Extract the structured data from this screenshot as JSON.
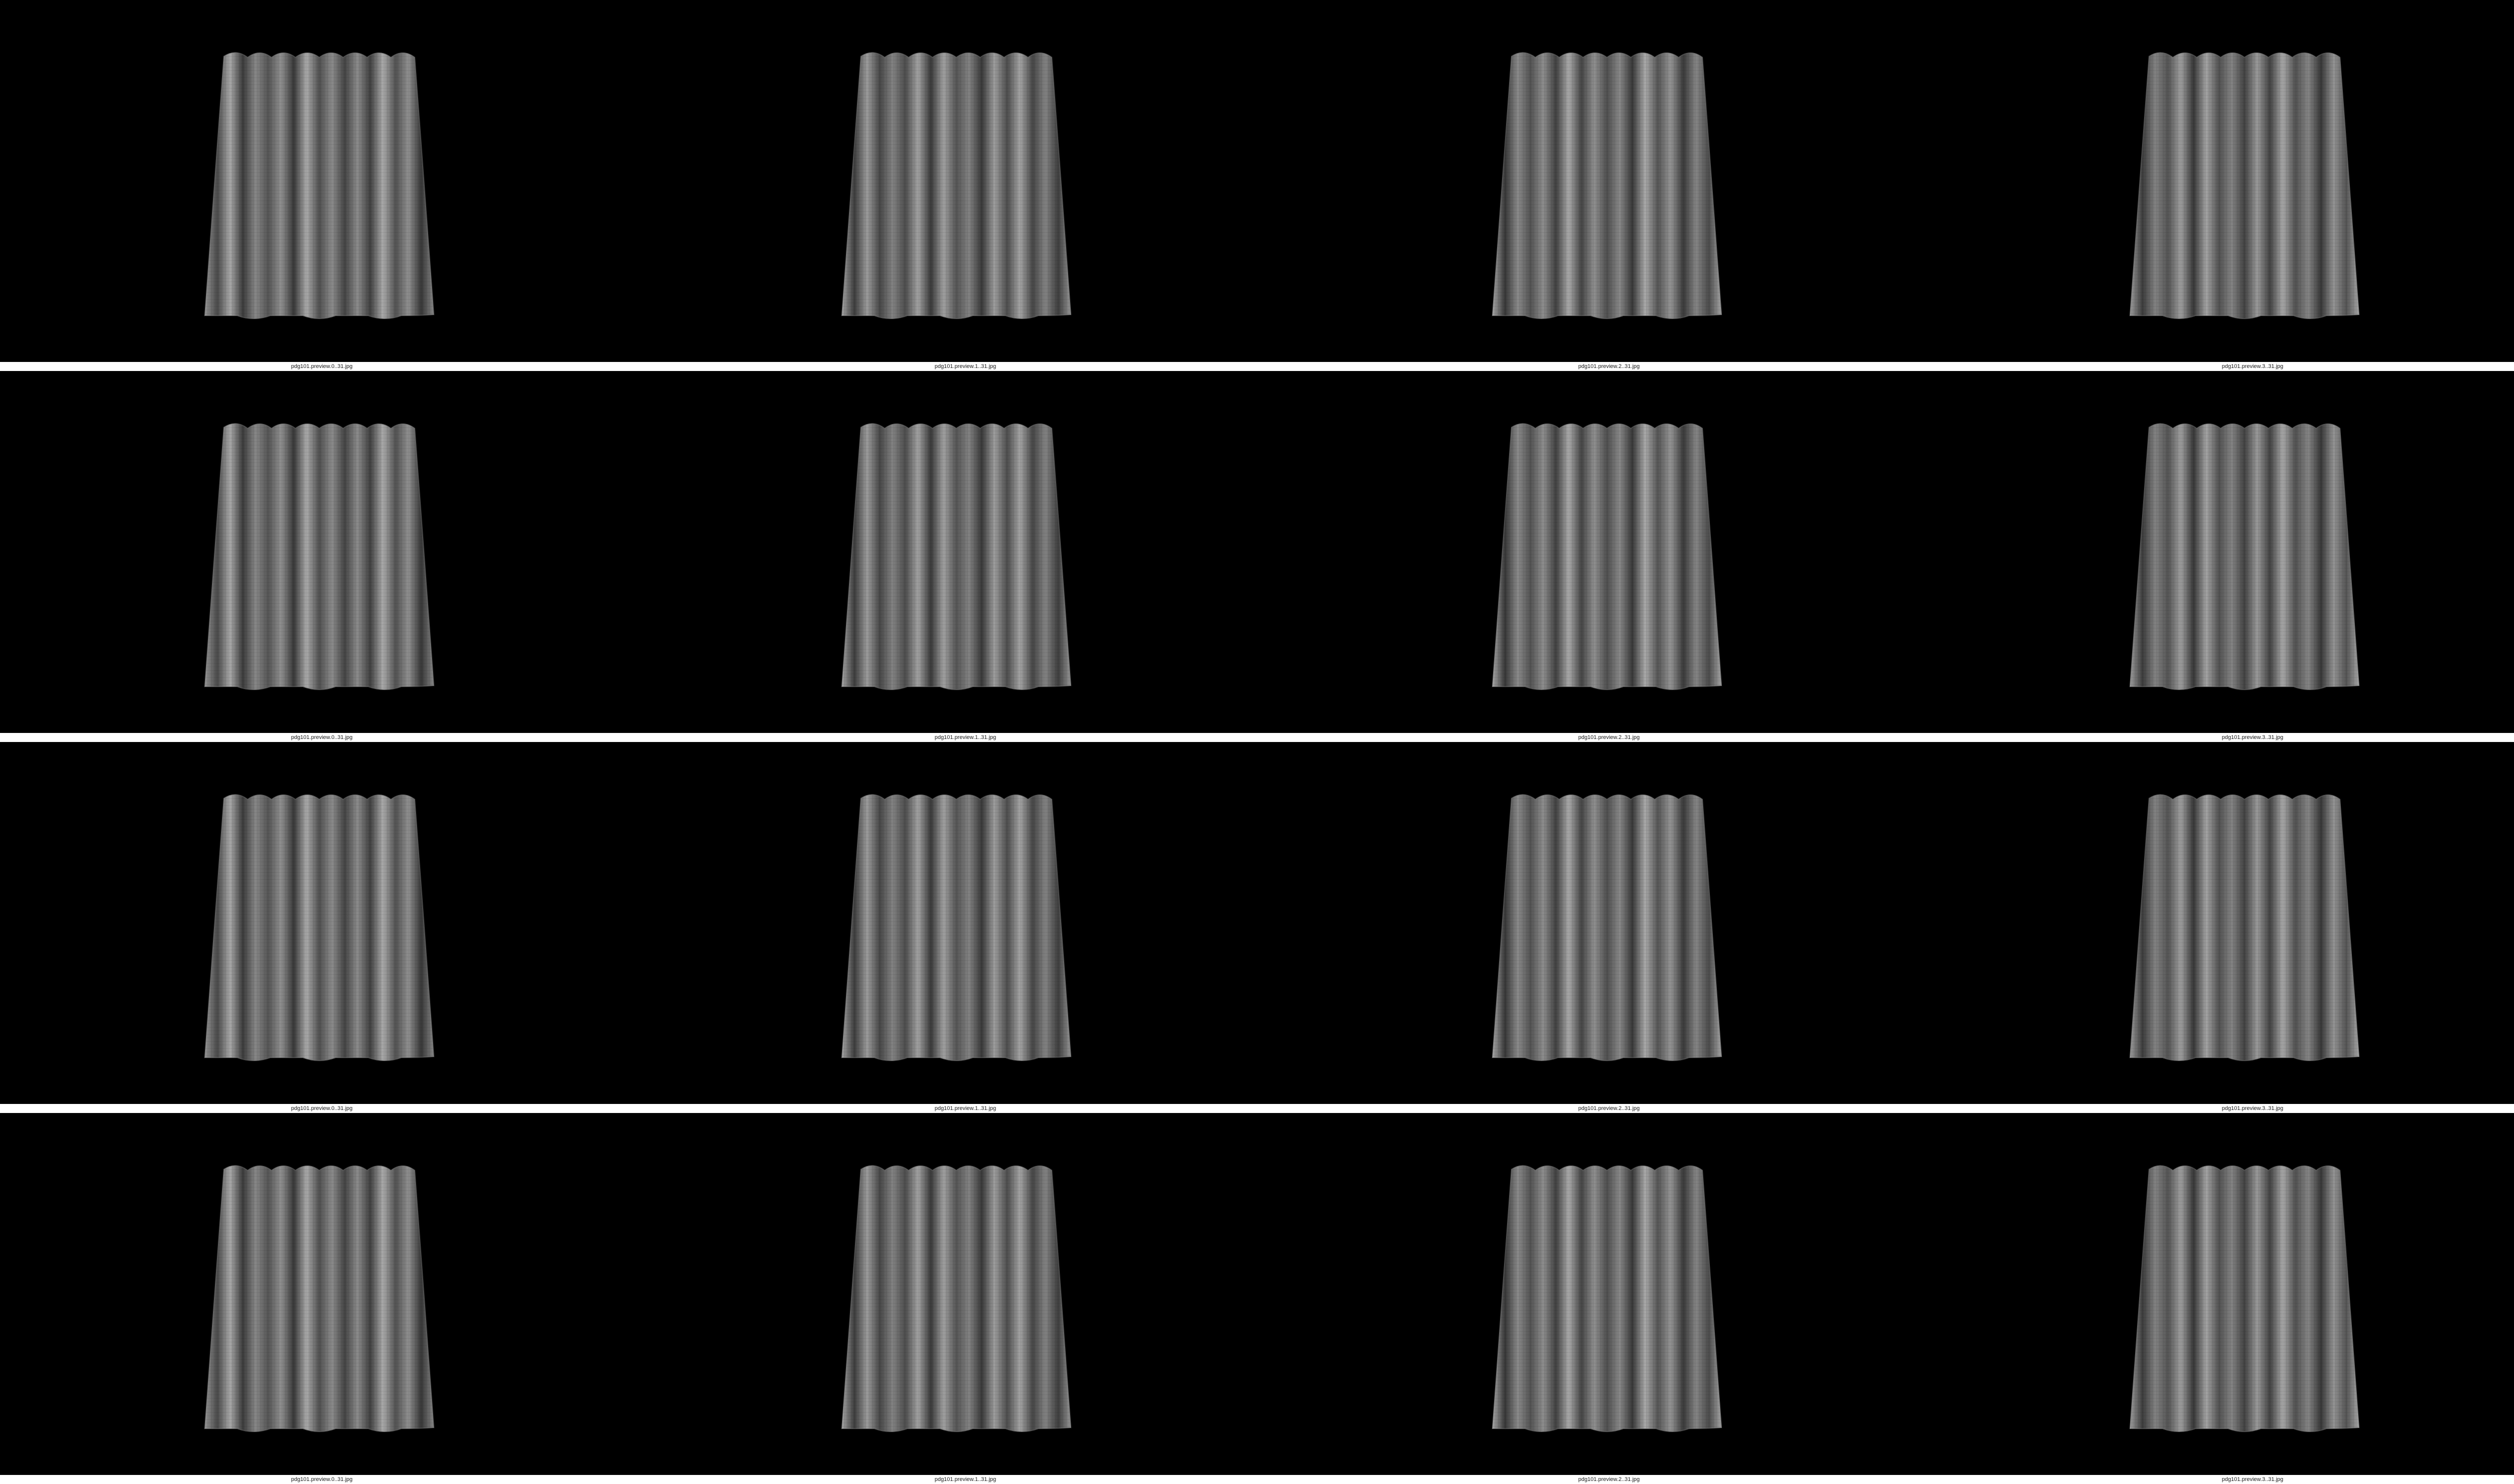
{
  "sheet": {
    "background": "#ffffff",
    "frame_background": "#000000",
    "cloth_color": "#8a8a8a",
    "rows": [
      {
        "cells": [
          {
            "caption": "pdg101.preview.0..31.jpg",
            "object": "cloth-curtain"
          },
          {
            "caption": "pdg101.preview.1..31.jpg",
            "object": "cloth-curtain"
          },
          {
            "caption": "pdg101.preview.2..31.jpg",
            "object": "cloth-curtain"
          },
          {
            "caption": "pdg101.preview.3..31.jpg",
            "object": "cloth-curtain"
          }
        ]
      },
      {
        "cells": [
          {
            "caption": "pdg101.preview.0..31.jpg",
            "object": "cloth-curtain"
          },
          {
            "caption": "pdg101.preview.1..31.jpg",
            "object": "cloth-curtain"
          },
          {
            "caption": "pdg101.preview.2..31.jpg",
            "object": "cloth-curtain"
          },
          {
            "caption": "pdg101.preview.3..31.jpg",
            "object": "cloth-curtain"
          }
        ]
      },
      {
        "cells": [
          {
            "caption": "pdg101.preview.0..31.jpg",
            "object": "cloth-curtain"
          },
          {
            "caption": "pdg101.preview.1..31.jpg",
            "object": "cloth-curtain"
          },
          {
            "caption": "pdg101.preview.2..31.jpg",
            "object": "cloth-curtain"
          },
          {
            "caption": "pdg101.preview.3..31.jpg",
            "object": "cloth-curtain"
          }
        ]
      },
      {
        "cells": [
          {
            "caption": "pdg101.preview.0..31.jpg",
            "object": "cloth-curtain"
          },
          {
            "caption": "pdg101.preview.1..31.jpg",
            "object": "cloth-curtain"
          },
          {
            "caption": "pdg101.preview.2..31.jpg",
            "object": "cloth-curtain"
          },
          {
            "caption": "pdg101.preview.3..31.jpg",
            "object": "cloth-curtain"
          }
        ]
      }
    ]
  }
}
